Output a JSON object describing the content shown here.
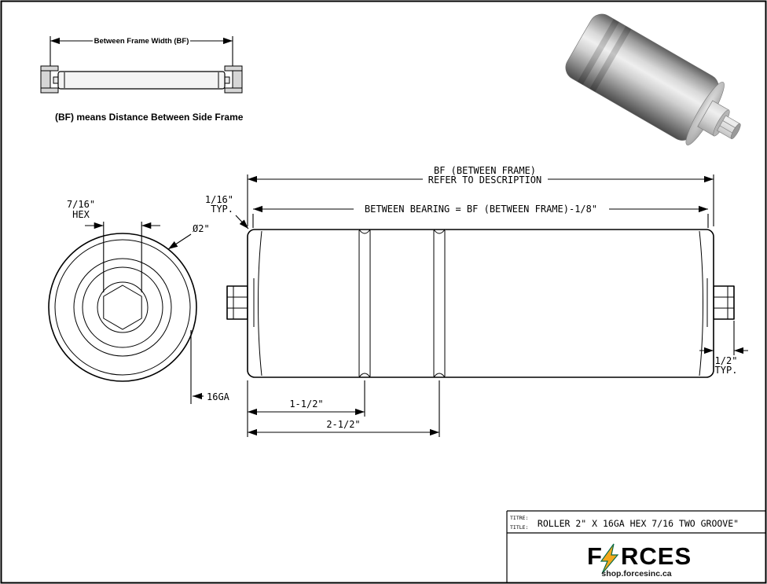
{
  "colors": {
    "line": "#000000",
    "brand_green": "#0a6b47",
    "bolt_yellow": "#f2a71b"
  },
  "inset": {
    "dim_label": "Between Frame Width (BF)",
    "caption": "(BF) means Distance Between Side Frame"
  },
  "front_view": {
    "hex_size": "7/16\"",
    "hex_word": "HEX",
    "diameter": "Ø2\"",
    "gauge": "16GA"
  },
  "side_view": {
    "bf_line1": "BF (BETWEEN FRAME)",
    "bf_line2": "REFER TO DESCRIPTION",
    "between_bearing": "BETWEEN BEARING = BF (BETWEEN FRAME)-1/8\"",
    "gap_value": "1/16\"",
    "gap_typ": "TYP.",
    "shaft_ext_value": "1/2\"",
    "shaft_ext_typ": "TYP.",
    "groove1_dim": "1-1/2\"",
    "groove2_dim": "2-1/2\""
  },
  "title_block": {
    "label_titre": "TITRE:",
    "label_title": "TITLE:",
    "drawing_title": "ROLLER 2\" X 16GA HEX 7/16 TWO GROOVE\"",
    "brand_f": "F",
    "brand_rest": "RCES",
    "website": "shop.forcesinc.ca"
  }
}
